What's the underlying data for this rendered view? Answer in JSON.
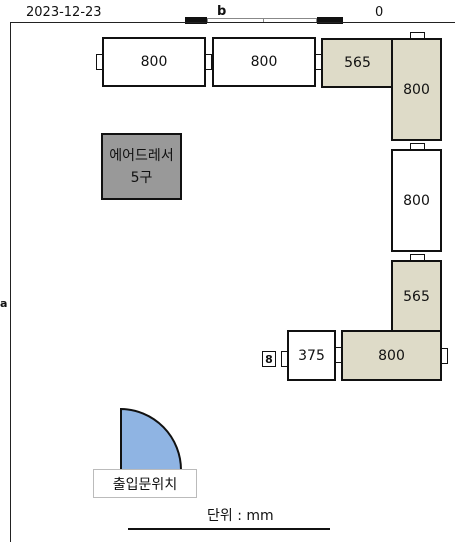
{
  "header": {
    "date": "2023-12-23",
    "width_label": "b",
    "right_value": "0"
  },
  "side_label": "a",
  "cabinets": [
    {
      "id": "top-1",
      "label": "800",
      "color": "white"
    },
    {
      "id": "top-2",
      "label": "800",
      "color": "white"
    },
    {
      "id": "top-3",
      "label": "565",
      "color": "beige"
    },
    {
      "id": "right-1",
      "label": "800",
      "color": "beige"
    },
    {
      "id": "right-2",
      "label": "800",
      "color": "white"
    },
    {
      "id": "right-3",
      "label": "565",
      "color": "beige"
    },
    {
      "id": "bottom-1",
      "label": "375",
      "color": "white"
    },
    {
      "id": "bottom-2",
      "label": "800",
      "color": "beige"
    }
  ],
  "airdresser": {
    "line1": "에어드레서",
    "line2": "5구",
    "color": "#999999"
  },
  "small_marker": "8",
  "entrance_label": "출입문위치",
  "unit_label": "단위 : mm",
  "colors": {
    "beige": "#dedbc8",
    "door": "#8fb4e3",
    "wall": "#222222"
  }
}
